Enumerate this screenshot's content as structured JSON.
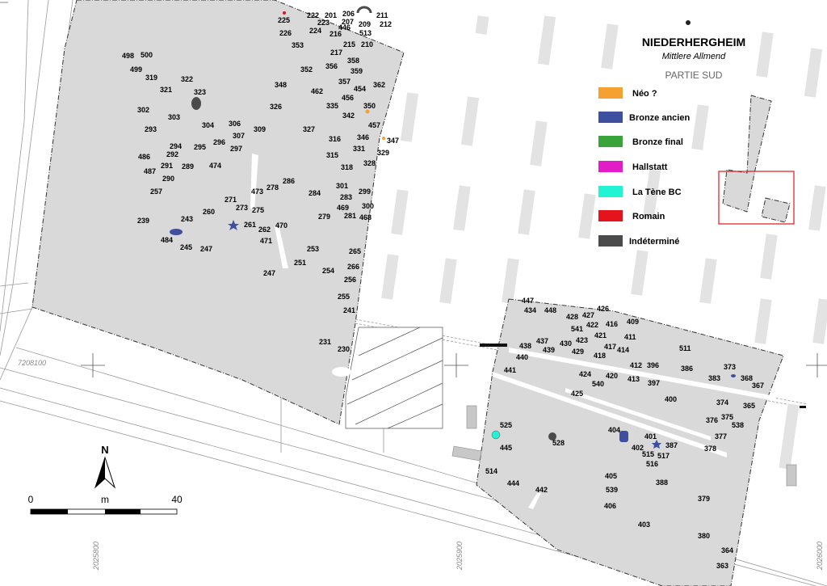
{
  "map": {
    "title": "NIEDERHERGHEIM",
    "subtitle": "Mittlere Allmend",
    "part_label": "PARTIE SUD"
  },
  "legend": [
    {
      "label": "Néo ?",
      "color": "#f4a131"
    },
    {
      "label": "Bronze ancien",
      "color": "#3f4fa0"
    },
    {
      "label": "Bronze final",
      "color": "#3aa33a"
    },
    {
      "label": "Hallstatt",
      "color": "#e21cc6"
    },
    {
      "label": "La Tène BC",
      "color": "#22f3d3"
    },
    {
      "label": "Romain",
      "color": "#e3141e"
    },
    {
      "label": "Indéterminé",
      "color": "#4b4b4b"
    }
  ],
  "scale": {
    "start": "0",
    "unit": "m",
    "end": "40"
  },
  "north_label": "N",
  "coordinates": {
    "y_left": "7208100",
    "x_1": "2025800",
    "x_2": "2025900",
    "x_3": "2026000"
  },
  "features": {
    "n225": "225",
    "n222": "222",
    "n201": "201",
    "n206": "206",
    "n211": "211",
    "n223": "223",
    "n207": "207",
    "n209": "209",
    "n212": "212",
    "n226": "226",
    "n224": "224",
    "n216": "216",
    "n446": "446",
    "n513": "513",
    "n353": "353",
    "n215": "215",
    "n210": "210",
    "n498": "498",
    "n500": "500",
    "n217": "217",
    "n499": "499",
    "n358": "358",
    "n356": "356",
    "n352": "352",
    "n359": "359",
    "n319": "319",
    "n322": "322",
    "n357": "357",
    "n348": "348",
    "n362": "362",
    "n321": "321",
    "n323": "323",
    "n462": "462",
    "n454": "454",
    "n456": "456",
    "n326": "326",
    "n335": "335",
    "n350": "350",
    "n302": "302",
    "n342": "342",
    "n303": "303",
    "n304": "304",
    "n306": "306",
    "n457": "457",
    "n293": "293",
    "n309": "309",
    "n327": "327",
    "n307": "307",
    "n346": "346",
    "n347": "347",
    "n316": "316",
    "n294": "294",
    "n296": "296",
    "n331": "331",
    "n295": "295",
    "n297": "297",
    "n329": "329",
    "n486": "486",
    "n292": "292",
    "n315": "315",
    "n328": "328",
    "n291": "291",
    "n289": "289",
    "n474": "474",
    "n318": "318",
    "n487": "487",
    "n290": "290",
    "n286": "286",
    "n301": "301",
    "n278": "278",
    "n473": "473",
    "n299": "299",
    "n257": "257",
    "n284": "284",
    "n283": "283",
    "n271": "271",
    "n300": "300",
    "n273": "273",
    "n275": "275",
    "n469": "469",
    "n260": "260",
    "n281": "281",
    "n468": "468",
    "n239": "239",
    "n243": "243",
    "n279": "279",
    "n261": "261",
    "n262": "262",
    "n470": "470",
    "n484": "484",
    "n471": "471",
    "n245": "245",
    "n247a": "247",
    "n253": "253",
    "n265": "265",
    "n251": "251",
    "n266": "266",
    "n247b": "247",
    "n254": "254",
    "n256": "256",
    "n255": "255",
    "n241": "241",
    "n231": "231",
    "n230": "230",
    "n447": "447",
    "n434": "434",
    "n448": "448",
    "n426": "426",
    "n428": "428",
    "n427": "427",
    "n409": "409",
    "n422": "422",
    "n416": "416",
    "n541": "541",
    "n421": "421",
    "n411": "411",
    "n437": "437",
    "n423": "423",
    "n438": "438",
    "n430": "430",
    "n417": "417",
    "n414": "414",
    "n511": "511",
    "n439": "439",
    "n429": "429",
    "n418": "418",
    "n440": "440",
    "n412": "412",
    "n396": "396",
    "n386": "386",
    "n373": "373",
    "n441": "441",
    "n424": "424",
    "n420": "420",
    "n383": "383",
    "n368": "368",
    "n413": "413",
    "n397": "397",
    "n367": "367",
    "n540": "540",
    "n425": "425",
    "n400": "400",
    "n374": "374",
    "n365": "365",
    "n376": "376",
    "n375": "375",
    "n538": "538",
    "n525": "525",
    "n404": "404",
    "n377": "377",
    "n401": "401",
    "n528": "528",
    "n387": "387",
    "n445": "445",
    "n402": "402",
    "n515": "515",
    "n517": "517",
    "n378": "378",
    "n516": "516",
    "n514": "514",
    "n405": "405",
    "n444": "444",
    "n388": "388",
    "n442": "442",
    "n539": "539",
    "n379": "379",
    "n406": "406",
    "n403": "403",
    "n380": "380",
    "n364": "364",
    "n363": "363"
  }
}
